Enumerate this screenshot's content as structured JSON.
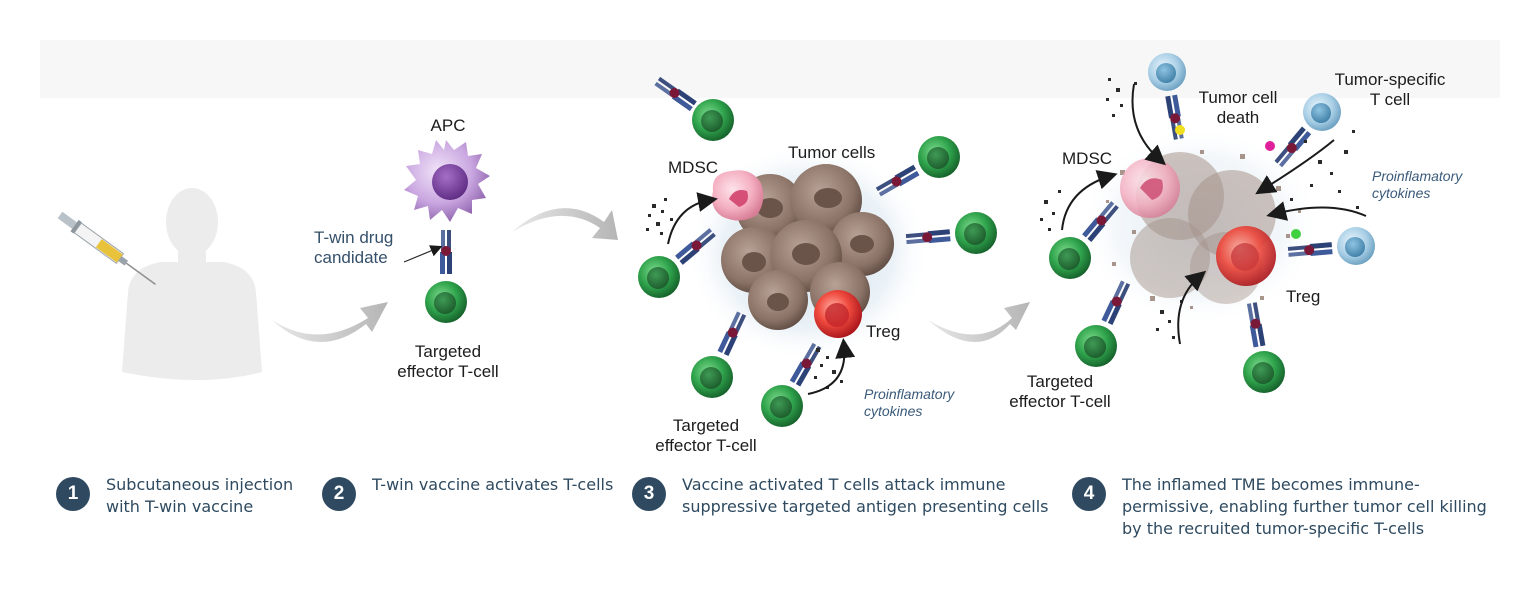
{
  "labels": {
    "apc": "APC",
    "twin_drug": "T-win drug\ncandidate",
    "targeted_effector_1": "Targeted\neffector T-cell",
    "mdsc_1": "MDSC",
    "tumor_cells": "Tumor cells",
    "treg_1": "Treg",
    "proinflam_1": "Proinflamatory\ncytokines",
    "targeted_effector_2": "Targeted\neffector T-cell",
    "tumor_cell_death": "Tumor cell\ndeath",
    "tumor_specific_t_cell": "Tumor-specific\nT cell",
    "mdsc_2": "MDSC",
    "proinflam_2": "Proinflamatory\ncytokines",
    "treg_2": "Treg",
    "targeted_effector_3": "Targeted\neffector T-cell"
  },
  "steps": [
    {
      "number": "1",
      "text": "Subcutaneous injection\nwith T-win vaccine"
    },
    {
      "number": "2",
      "text": "T-win vaccine activates T-cells"
    },
    {
      "number": "3",
      "text": "Vaccine activated T cells attack immune\nsuppressive targeted antigen  presenting cells"
    },
    {
      "number": "4",
      "text": "The inflamed TME becomes immune-\npermissive, enabling further tumor cell killing\nby the recruited tumor-specific T-cells"
    }
  ],
  "icons": [
    "syringe-icon",
    "human-silhouette-icon",
    "arrow-icon",
    "apc-cell-icon",
    "antibody-icon",
    "t-cell-icon",
    "tumor-cluster-icon",
    "mdsc-cell-icon",
    "treg-cell-icon",
    "cytokine-icon"
  ],
  "colors": {
    "t_cell_green": "#2e9e4a",
    "apc_purple": "#a07ac0",
    "tumor_brown": "#8a7468",
    "treg_red": "#e23a3a",
    "mdsc_pink": "#f2a6b8",
    "tumor_specific_blue": "#a9cfe6",
    "badge_navy": "#2f4a60",
    "caption_text": "#2e4a60"
  }
}
